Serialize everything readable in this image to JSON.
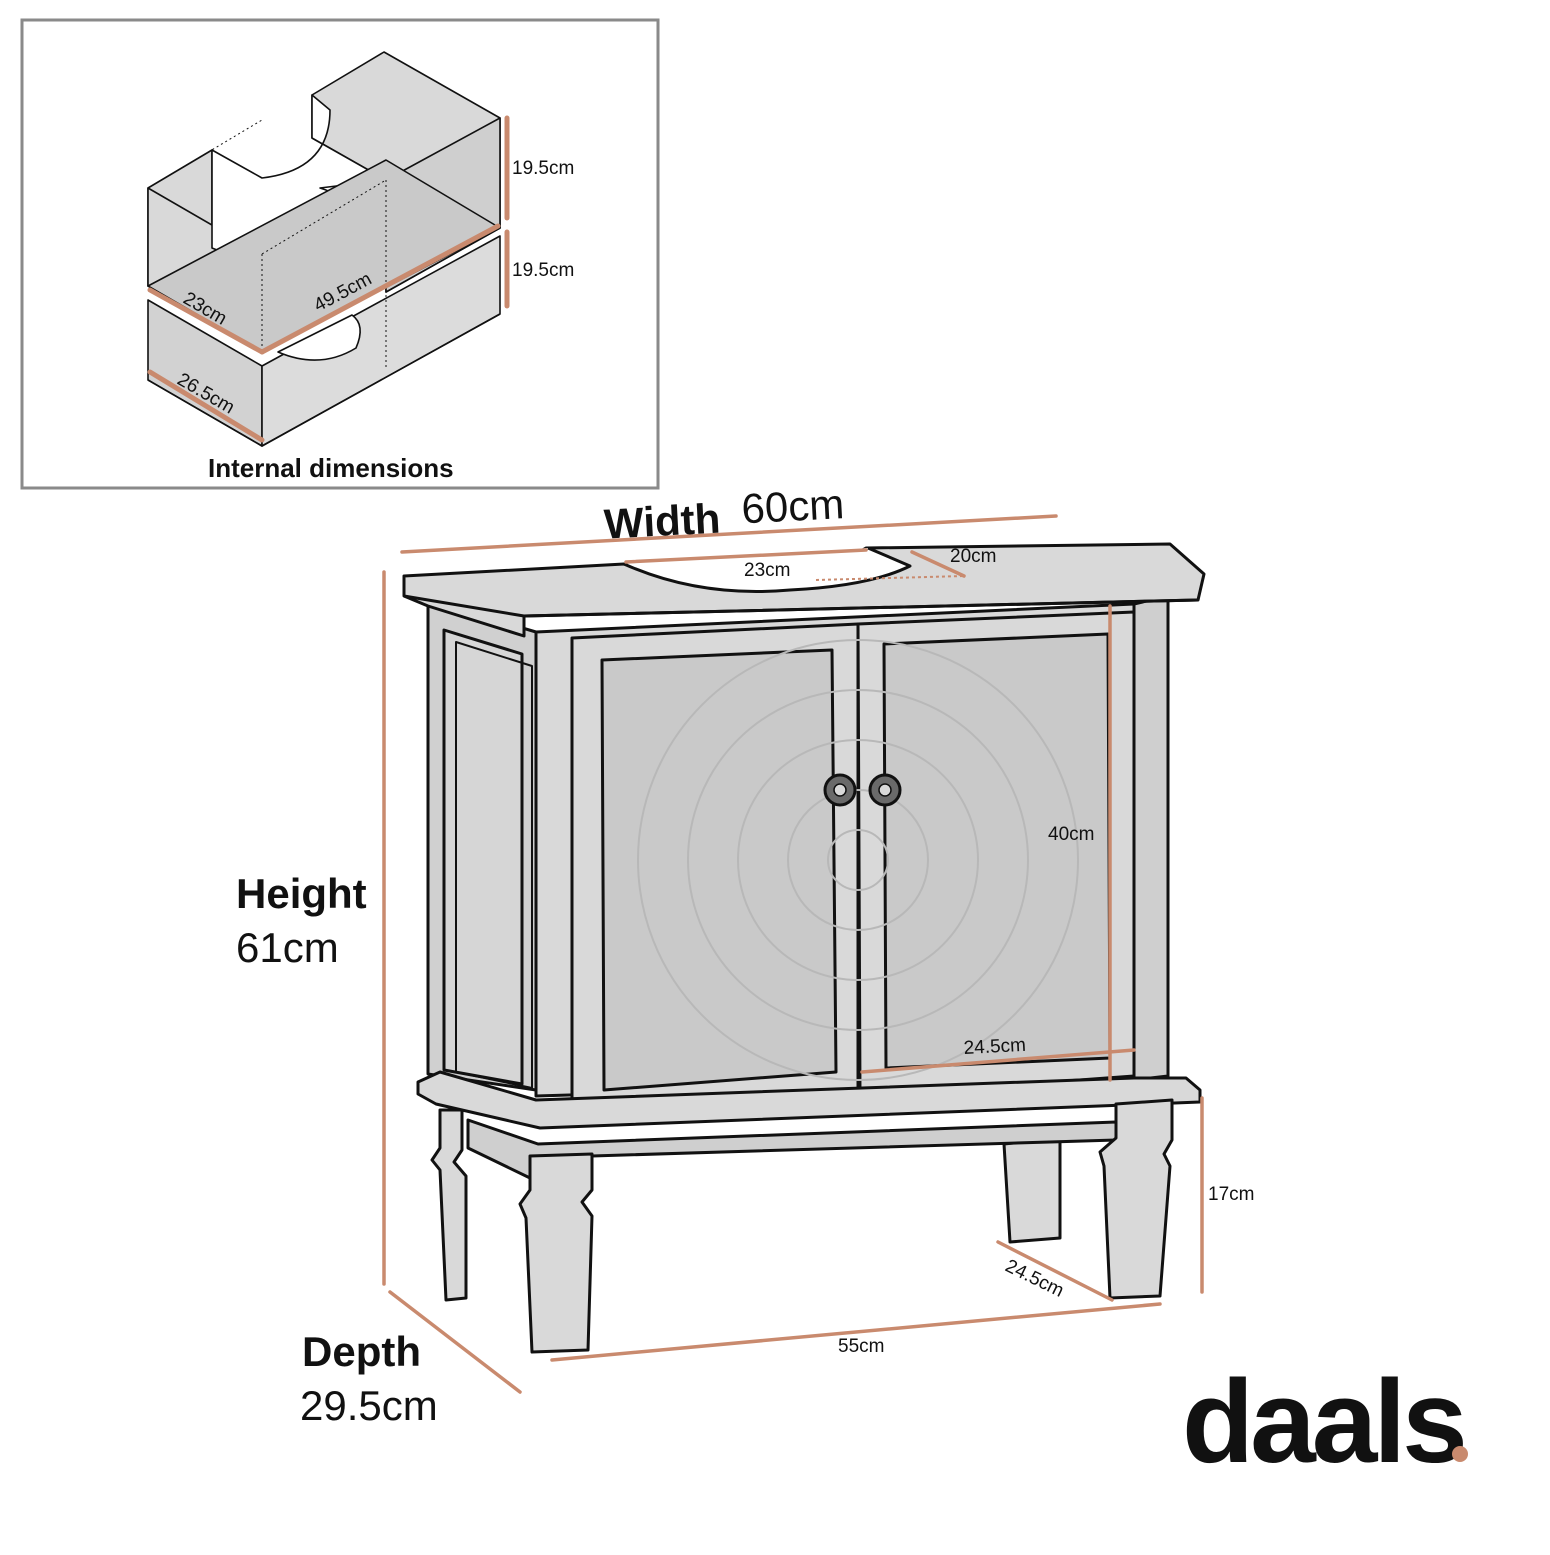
{
  "colors": {
    "accent": "#c98a6e",
    "outline": "#111111",
    "cabinet_fill": "#d9d9d9",
    "panel_fill": "#cfcfcf",
    "inset_border": "#8a8a8a"
  },
  "inset": {
    "title": "Internal dimensions",
    "labels": {
      "top_height": "19.5cm",
      "lower_height": "19.5cm",
      "shelf_depth": "23cm",
      "shelf_width": "49.5cm",
      "base_depth": "26.5cm"
    }
  },
  "main": {
    "width": {
      "label": "Width",
      "value": "60cm"
    },
    "height": {
      "label": "Height",
      "value": "61cm"
    },
    "depth": {
      "label": "Depth",
      "value": "29.5cm"
    },
    "labels": {
      "cutout_width": "23cm",
      "cutout_depth": "20cm",
      "door_height": "40cm",
      "door_width": "24.5cm",
      "leg_height": "17cm",
      "inner_depth": "24.5cm",
      "inner_width": "55cm"
    }
  },
  "brand": {
    "name": "daals",
    "dot": "."
  }
}
